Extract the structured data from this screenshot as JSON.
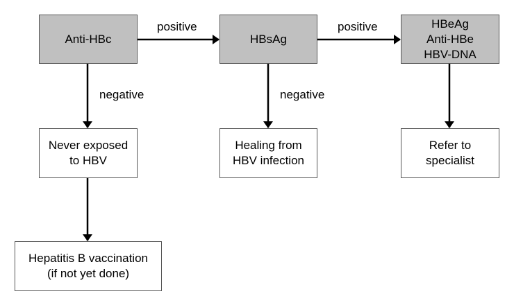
{
  "nodes": {
    "anti_hbc": {
      "lines": [
        "Anti-HBc"
      ]
    },
    "hbsag": {
      "lines": [
        "HBsAg"
      ]
    },
    "hbeag_group": {
      "lines": [
        "HBeAg",
        "Anti-HBe",
        "HBV-DNA"
      ]
    },
    "never_exposed": {
      "lines": [
        "Never exposed",
        "to HBV"
      ]
    },
    "healing": {
      "lines": [
        "Healing from",
        "HBV infection"
      ]
    },
    "refer": {
      "lines": [
        "Refer to",
        "specialist"
      ]
    },
    "vaccination": {
      "lines": [
        "Hepatitis B vaccination",
        "(if not yet done)"
      ]
    }
  },
  "edges": {
    "anti_hbc_to_hbsag": "positive",
    "hbsag_to_hbeag": "positive",
    "anti_hbc_to_never": "negative",
    "hbsag_to_healing": "negative"
  },
  "colors": {
    "shaded_box": "#c0c0c0",
    "plain_box": "#ffffff",
    "border": "#555555",
    "arrow": "#000000"
  }
}
